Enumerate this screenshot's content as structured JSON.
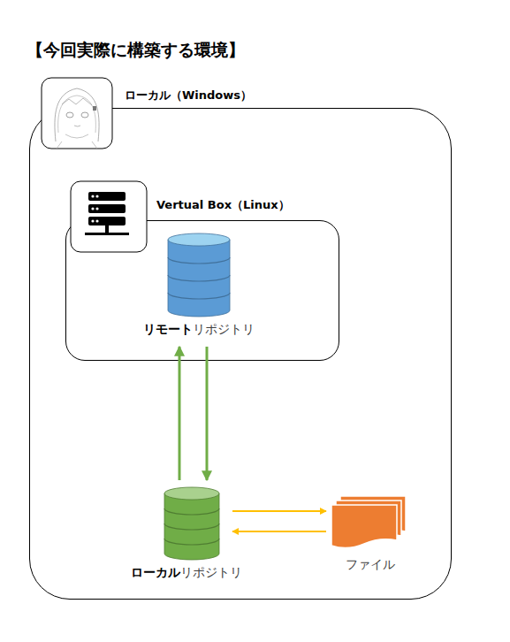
{
  "diagram": {
    "title": "【今回実際に構築する環境】",
    "nodes": [
      {
        "text": [
          "ローカル（Windows）"
        ]
      },
      {
        "text": [
          "Vertual Box（Linux）"
        ],
        "in": 0
      },
      {
        "text": [
          "リモート",
          "リポジトリ"
        ],
        "in": 1
      },
      {
        "text": [
          "ローカル",
          "リポジトリ"
        ],
        "in": 0
      },
      {
        "text": [
          "ファイル"
        ],
        "in": 0
      }
    ],
    "edges": [
      {
        "from": 3,
        "to": 2,
        "arrow": "to"
      },
      {
        "from": 2,
        "to": 3,
        "arrow": "to"
      },
      {
        "from": 3,
        "to": 4,
        "arrow": "to"
      },
      {
        "from": 4,
        "to": 3,
        "arrow": "to"
      }
    ]
  }
}
